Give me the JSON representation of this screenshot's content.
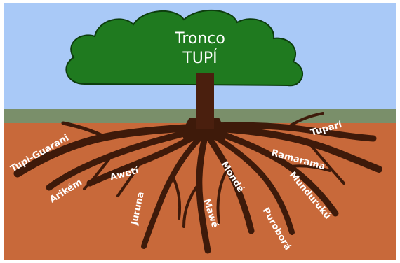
{
  "tree": {
    "title_line1": "Tronco",
    "title_line2": "TUPÍ"
  },
  "branches": [
    {
      "key": "tupi_guarani",
      "label": "Tupi-Guarani"
    },
    {
      "key": "arikem",
      "label": "Arikém"
    },
    {
      "key": "aweti",
      "label": "Awetí"
    },
    {
      "key": "juruna",
      "label": "Juruna"
    },
    {
      "key": "mawe",
      "label": "Mawé"
    },
    {
      "key": "monde",
      "label": "Mondé"
    },
    {
      "key": "purobora",
      "label": "Puroborá"
    },
    {
      "key": "munduruku",
      "label": "Mundurukú"
    },
    {
      "key": "ramarama",
      "label": "Ramarama"
    },
    {
      "key": "tupari",
      "label": "Tuparí"
    }
  ],
  "colors": {
    "sky": "#a9c9f7",
    "grass": "#7a8f6a",
    "soil": "#c8693a",
    "canopy": "#1f7a1f",
    "canopy_edge": "#0d3d0d",
    "trunk": "#4a1f0e",
    "root": "#3e1a0a",
    "label": "#ffffff"
  }
}
